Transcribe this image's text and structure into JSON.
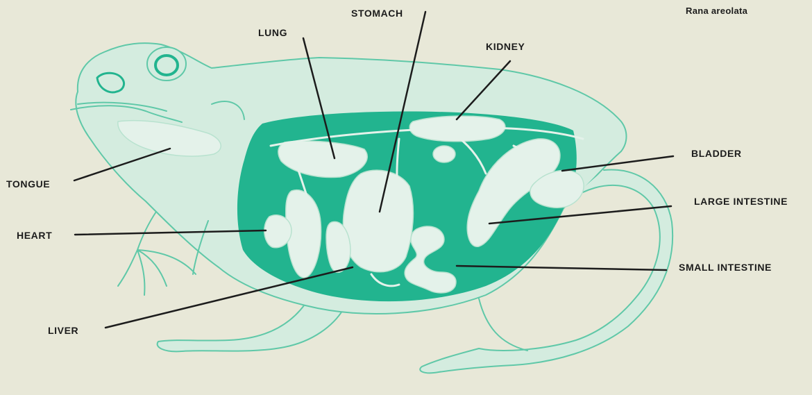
{
  "species": "Rana areolata",
  "labels": {
    "lung": "LUNG",
    "stomach": "STOMACH",
    "kidney": "KIDNEY",
    "tongue": "TONGUE",
    "bladder": "BLADDER",
    "large_intestine": "LARGE INTESTINE",
    "heart": "HEART",
    "small_intestine": "SMALL INTESTINE",
    "liver": "LIVER"
  },
  "colors": {
    "background": "#e8e8d8",
    "body_outline": "#5fc8a8",
    "body_fill": "#d4ecdf",
    "cavity": "#22b48f",
    "organ": "#e4f2ea",
    "leader_line": "#1c1c1c"
  }
}
